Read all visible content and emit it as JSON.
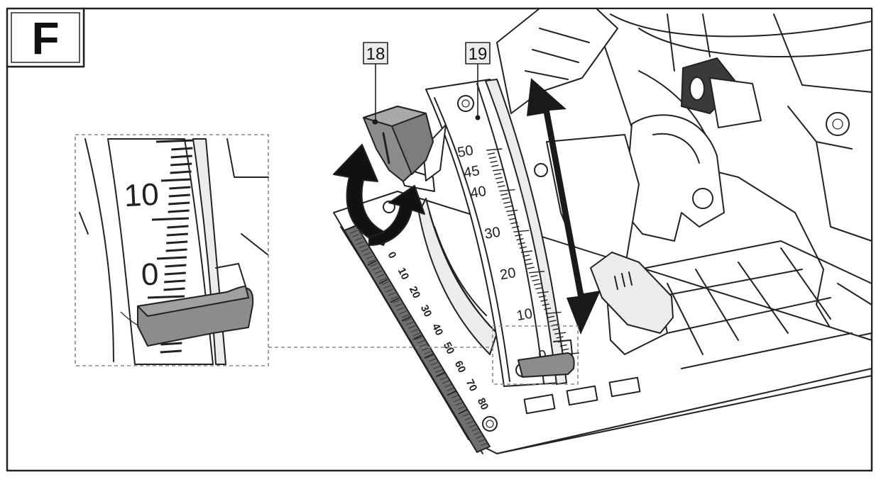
{
  "figure": {
    "panel_letter": "F",
    "callouts": [
      {
        "id": "callout-18",
        "label": "18"
      },
      {
        "id": "callout-19",
        "label": "19"
      }
    ],
    "bevel_scale": {
      "labels": [
        "50",
        "45",
        "40",
        "30",
        "20",
        "10",
        "0"
      ]
    },
    "base_scale": {
      "labels": [
        "0",
        "10",
        "20",
        "30",
        "40",
        "50",
        "60",
        "70",
        "80"
      ]
    },
    "zoom_scale": {
      "labels": [
        "10",
        "0"
      ]
    },
    "colors": {
      "line": "#222222",
      "lever_fill": "#8c8c8c",
      "zoom_border": "#8a8a8a"
    }
  }
}
